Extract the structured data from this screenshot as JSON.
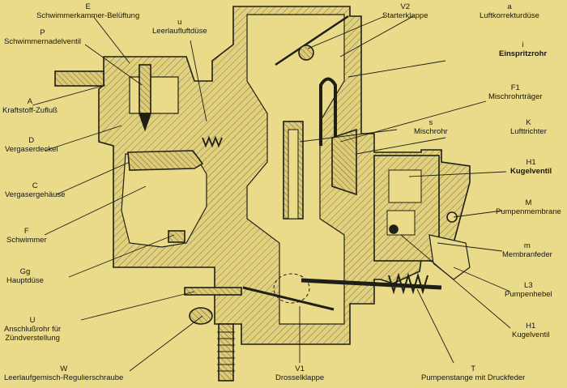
{
  "colors": {
    "background": "#eadb8a",
    "ink": "#1f1f16",
    "hatch": "#7d7456"
  },
  "labels": {
    "E": {
      "key": "E",
      "text": "Schwimmerkammer-Belüftung"
    },
    "P": {
      "key": "P",
      "text": "Schwimmernadelventil"
    },
    "A": {
      "key": "A",
      "text": "Kraftstoff-Zufluß"
    },
    "D": {
      "key": "D",
      "text": "Vergaserdeckel"
    },
    "C": {
      "key": "C",
      "text": "Vergasergehäuse"
    },
    "F": {
      "key": "F",
      "text": "Schwimmer"
    },
    "Gg": {
      "key": "Gg",
      "text": "Hauptdüse"
    },
    "U": {
      "key": "U",
      "text": "Anschlußrohr für",
      "text2": "Zündverstellung"
    },
    "W": {
      "key": "W",
      "text": "Leerlaufgemisch-Regulierschraube"
    },
    "u": {
      "key": "u",
      "text": "Leerlaufluftdüse"
    },
    "V2": {
      "key": "V2",
      "text": "Starterklappe"
    },
    "a": {
      "key": "a",
      "text": "Luftkorrekturdüse"
    },
    "i": {
      "key": "i",
      "text": "Einspritzrohr"
    },
    "F1": {
      "key": "F1",
      "text": "Mischrohrträger"
    },
    "s": {
      "key": "s",
      "text": "Mischrohr"
    },
    "K": {
      "key": "K",
      "text": "Lufttrichter"
    },
    "H1a": {
      "key": "H1",
      "text": "Kugelventil"
    },
    "M": {
      "key": "M",
      "text": "Pumpenmembrane"
    },
    "m": {
      "key": "m",
      "text": "Membranfeder"
    },
    "L3": {
      "key": "L3",
      "text": "Pumpenhebel"
    },
    "H1b": {
      "key": "H1",
      "text": "Kugelventil"
    },
    "T": {
      "key": "T",
      "text": "Pumpenstange mit Druckfeder"
    },
    "V1": {
      "key": "V1",
      "text": "Drosselklappe"
    }
  }
}
